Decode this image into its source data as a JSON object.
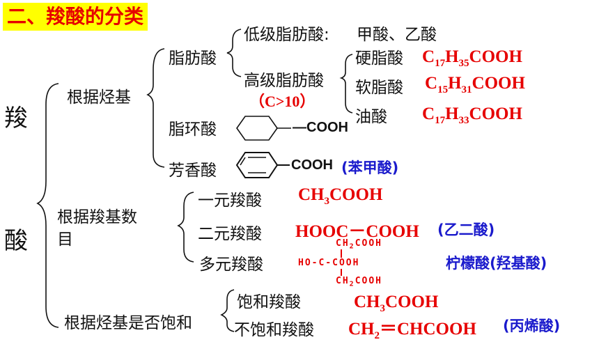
{
  "title": "二、羧酸的分类",
  "root": {
    "char1": "羧",
    "char2": "酸"
  },
  "by_hydrocarbon": {
    "label": "根据烃基",
    "aliphatic": {
      "label": "脂肪酸",
      "lower": {
        "label": "低级脂肪酸:",
        "examples": "甲酸、乙酸"
      },
      "higher": {
        "label": "高级脂肪酸",
        "note": "（C>10）",
        "acids": [
          {
            "name": "硬脂酸",
            "formula": "C17H35COOH"
          },
          {
            "name": "软脂酸",
            "formula": "C15H31COOH"
          },
          {
            "name": "油酸",
            "formula": "C17H33COOH"
          }
        ]
      }
    },
    "alicyclic": {
      "label": "脂环酸",
      "group": "—COOH"
    },
    "aromatic": {
      "label": "芳香酸",
      "group": "COOH",
      "name": "(苯甲酸)"
    }
  },
  "by_carboxyl_count": {
    "label": "根据羧基数目",
    "mono": {
      "label": "一元羧酸",
      "formula": "CH3COOH"
    },
    "di": {
      "label": "二元羧酸",
      "formula": "HOOC－COOH",
      "name": "(乙二酸)"
    },
    "poly": {
      "label": "多元羧酸",
      "structure": [
        "CH2COOH",
        "HO-C-COOH",
        "CH2COOH"
      ],
      "name": "柠檬酸(羟基酸)"
    }
  },
  "by_saturation": {
    "label": "根据烃基是否饱和",
    "saturated": {
      "label": "饱和羧酸",
      "formula": "CH3COOH"
    },
    "unsaturated": {
      "label": "不饱和羧酸",
      "formula": "CH2＝CHCOOH",
      "name": "(丙烯酸)"
    }
  },
  "colors": {
    "formula": "#e60000",
    "name": "#1a1acc",
    "title_bg": "#ffff00"
  }
}
